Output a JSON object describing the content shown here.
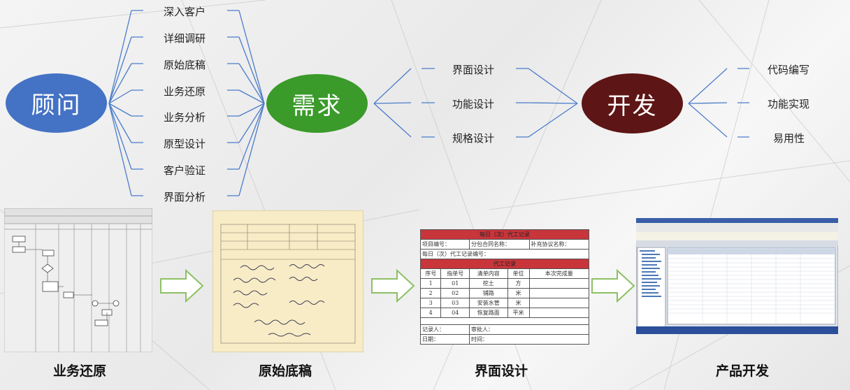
{
  "nodes": {
    "consultant": {
      "label": "顾问",
      "color": "#4472c4"
    },
    "requirement": {
      "label": "需求",
      "color": "#3a9a2a"
    },
    "development": {
      "label": "开发",
      "color": "#6b1a1a"
    }
  },
  "consultant_tasks": [
    "深入客户",
    "详细调研",
    "原始底稿",
    "业务还原",
    "业务分析",
    "原型设计",
    "客户验证",
    "界面分析"
  ],
  "requirement_tasks": [
    "界面设计",
    "功能设计",
    "规格设计"
  ],
  "development_tasks": [
    "代码编写",
    "功能实现",
    "易用性"
  ],
  "bottom_captions": [
    "业务还原",
    "原始底稿",
    "界面设计",
    "产品开发"
  ],
  "form_sample": {
    "title": "每日（次）代工记录",
    "row1": [
      "项目编号：",
      "分包合同名称：",
      "补充协议名称："
    ],
    "row2": "每日（次）代工记录编号：",
    "section": "代工记录",
    "headers": [
      "序号",
      "指单号",
      "清单内容",
      "单位",
      "本次完成量"
    ],
    "rows": [
      [
        "1",
        "01",
        "挖土",
        "方",
        ""
      ],
      [
        "2",
        "02",
        "铺路",
        "米",
        ""
      ],
      [
        "3",
        "03",
        "安装水管",
        "米",
        ""
      ],
      [
        "4",
        "04",
        "恢复路面",
        "平米",
        ""
      ]
    ],
    "footer1": [
      "记录人：",
      "审批人："
    ],
    "footer2": [
      "日期：",
      "时间："
    ]
  },
  "colors": {
    "line": "#4a7cc9",
    "arrow_fill": "#ffffff",
    "arrow_stroke": "#8cc063"
  }
}
